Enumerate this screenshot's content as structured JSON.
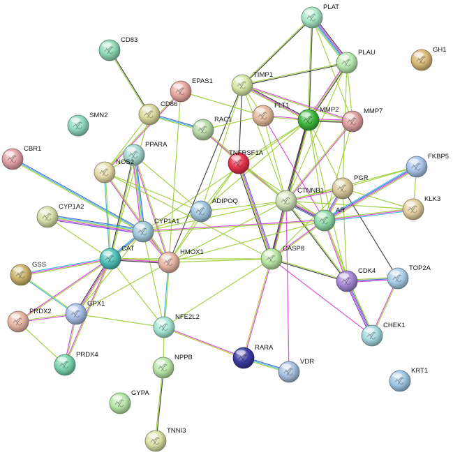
{
  "nodes": [
    {
      "id": "PLAT",
      "label": "PLAT",
      "color": "#a8e6c5"
    },
    {
      "id": "PLAU",
      "label": "PLAU",
      "color": "#b9e8b0"
    },
    {
      "id": "GH1",
      "label": "GH1",
      "color": "#d9b977"
    },
    {
      "id": "CD83",
      "label": "CD83",
      "color": "#8fd9b6"
    },
    {
      "id": "TIMP1",
      "label": "TIMP1",
      "color": "#d4e6a5"
    },
    {
      "id": "EPAS1",
      "label": "EPAS1",
      "color": "#e6a8a2"
    },
    {
      "id": "MMP2",
      "label": "MMP2",
      "color": "#3fb63f"
    },
    {
      "id": "MMP7",
      "label": "MMP7",
      "color": "#dc9f9f"
    },
    {
      "id": "FLT1",
      "label": "FLT1",
      "color": "#e3b99a"
    },
    {
      "id": "CD86",
      "label": "CD86",
      "color": "#d7d89b"
    },
    {
      "id": "SMN2",
      "label": "SMN2",
      "color": "#8fd9c0"
    },
    {
      "id": "RAC1",
      "label": "RAC1",
      "color": "#b7d9a6"
    },
    {
      "id": "CBR1",
      "label": "CBR1",
      "color": "#e0a0a6"
    },
    {
      "id": "PPARA",
      "label": "PPARA",
      "color": "#a6d9cf"
    },
    {
      "id": "TNFRSF1A",
      "label": "TNFRSF1A",
      "color": "#e5334d"
    },
    {
      "id": "FKBP5",
      "label": "FKBP5",
      "color": "#a9c3ea"
    },
    {
      "id": "NOS2",
      "label": "NOS2",
      "color": "#e6dbaa"
    },
    {
      "id": "PGR",
      "label": "PGR",
      "color": "#d9c99a"
    },
    {
      "id": "CTNNB1",
      "label": "CTNNB1",
      "color": "#cde1b6"
    },
    {
      "id": "CYP1A2",
      "label": "CYP1A2",
      "color": "#d5dfa7"
    },
    {
      "id": "KLK3",
      "label": "KLK3",
      "color": "#e0cf9e"
    },
    {
      "id": "ADIPOQ",
      "label": "ADIPOQ",
      "color": "#9fc4df"
    },
    {
      "id": "AR",
      "label": "AR",
      "color": "#8fd9a8"
    },
    {
      "id": "CYP1A1",
      "label": "CYP1A1",
      "color": "#a3c9db"
    },
    {
      "id": "CAT",
      "label": "CAT",
      "color": "#4fc2b9"
    },
    {
      "id": "HMOX1",
      "label": "HMOX1",
      "color": "#e6b5a4"
    },
    {
      "id": "CASP8",
      "label": "CASP8",
      "color": "#b8e6a3"
    },
    {
      "id": "GSS",
      "label": "GSS",
      "color": "#c9b36a"
    },
    {
      "id": "CDK4",
      "label": "CDK4",
      "color": "#a488d6"
    },
    {
      "id": "TOP2A",
      "label": "TOP2A",
      "color": "#a9cdea"
    },
    {
      "id": "PRDX2",
      "label": "PRDX2",
      "color": "#e6b5a4"
    },
    {
      "id": "GPX1",
      "label": "GPX1",
      "color": "#a6bde6"
    },
    {
      "id": "NFE2L2",
      "label": "NFE2L2",
      "color": "#a6e6d4"
    },
    {
      "id": "CHEK1",
      "label": "CHEK1",
      "color": "#a6d9e0"
    },
    {
      "id": "PRDX4",
      "label": "PRDX4",
      "color": "#7ad6ac"
    },
    {
      "id": "RARA",
      "label": "RARA",
      "color": "#3a3aa3"
    },
    {
      "id": "NPPB",
      "label": "NPPB",
      "color": "#b9e6a8"
    },
    {
      "id": "VDR",
      "label": "VDR",
      "color": "#a6bedf"
    },
    {
      "id": "KRT1",
      "label": "KRT1",
      "color": "#9fc6e3"
    },
    {
      "id": "GYPA",
      "label": "GYPA",
      "color": "#b8e6a8"
    },
    {
      "id": "TNNI3",
      "label": "TNNI3",
      "color": "#d9dfa6"
    }
  ],
  "edge_colors": {
    "green": "#9acd32",
    "black": "#333333",
    "magenta": "#d63bd6",
    "blue": "#3b5bd6",
    "cyan": "#30b3d6",
    "olive": "#b5c72a",
    "purple": "#6a3bd6"
  },
  "edges": [
    [
      "PLAT",
      "PLAU",
      [
        "black",
        "magenta",
        "blue",
        "cyan",
        "green"
      ]
    ],
    [
      "PLAT",
      "TIMP1",
      [
        "black",
        "green"
      ]
    ],
    [
      "PLAT",
      "MMP2",
      [
        "black",
        "green"
      ]
    ],
    [
      "PLAT",
      "MMP7",
      [
        "green"
      ]
    ],
    [
      "PLAU",
      "TIMP1",
      [
        "black",
        "green"
      ]
    ],
    [
      "PLAU",
      "MMP2",
      [
        "black",
        "green",
        "magenta"
      ]
    ],
    [
      "PLAU",
      "MMP7",
      [
        "green"
      ]
    ],
    [
      "PLAU",
      "CTNNB1",
      [
        "green"
      ]
    ],
    [
      "PLAU",
      "PGR",
      [
        "green"
      ]
    ],
    [
      "TIMP1",
      "MMP2",
      [
        "black",
        "magenta",
        "green"
      ]
    ],
    [
      "TIMP1",
      "MMP7",
      [
        "magenta",
        "green"
      ]
    ],
    [
      "TIMP1",
      "TNFRSF1A",
      [
        "black"
      ]
    ],
    [
      "TIMP1",
      "FLT1",
      [
        "green"
      ]
    ],
    [
      "TIMP1",
      "CTNNB1",
      [
        "green"
      ]
    ],
    [
      "TIMP1",
      "HMOX1",
      [
        "black"
      ]
    ],
    [
      "TIMP1",
      "ADIPOQ",
      [
        "green"
      ]
    ],
    [
      "MMP2",
      "MMP7",
      [
        "magenta",
        "green",
        "black"
      ]
    ],
    [
      "MMP2",
      "FLT1",
      [
        "green",
        "magenta"
      ]
    ],
    [
      "MMP2",
      "TNFRSF1A",
      [
        "green"
      ]
    ],
    [
      "MMP2",
      "CTNNB1",
      [
        "green",
        "magenta",
        "black"
      ]
    ],
    [
      "MMP2",
      "CASP8",
      [
        "green",
        "black"
      ]
    ],
    [
      "MMP2",
      "AR",
      [
        "green"
      ]
    ],
    [
      "MMP2",
      "PGR",
      [
        "green"
      ]
    ],
    [
      "MMP2",
      "CDK4",
      [
        "green"
      ]
    ],
    [
      "MMP2",
      "ADIPOQ",
      [
        "green"
      ]
    ],
    [
      "MMP2",
      "CYP1A1",
      [
        "green"
      ]
    ],
    [
      "MMP7",
      "CTNNB1",
      [
        "magenta",
        "green"
      ]
    ],
    [
      "MMP7",
      "AR",
      [
        "green"
      ]
    ],
    [
      "FLT1",
      "RAC1",
      [
        "green"
      ]
    ],
    [
      "FLT1",
      "CTNNB1",
      [
        "green"
      ]
    ],
    [
      "FLT1",
      "AR",
      [
        "magenta"
      ]
    ],
    [
      "EPAS1",
      "NOS2",
      [
        "magenta",
        "green"
      ]
    ],
    [
      "EPAS1",
      "FLT1",
      [
        "green"
      ]
    ],
    [
      "EPAS1",
      "HMOX1",
      [
        "green"
      ]
    ],
    [
      "CD83",
      "CD86",
      [
        "black",
        "green"
      ]
    ],
    [
      "CD86",
      "RAC1",
      [
        "blue",
        "cyan",
        "green"
      ]
    ],
    [
      "CD86",
      "NOS2",
      [
        "green"
      ]
    ],
    [
      "CD86",
      "CAT",
      [
        "green"
      ]
    ],
    [
      "RAC1",
      "TNFRSF1A",
      [
        "green"
      ]
    ],
    [
      "RAC1",
      "CTNNB1",
      [
        "green",
        "magenta"
      ]
    ],
    [
      "TNFRSF1A",
      "CASP8",
      [
        "blue",
        "magenta",
        "green",
        "black"
      ]
    ],
    [
      "TNFRSF1A",
      "CTNNB1",
      [
        "green"
      ]
    ],
    [
      "TNFRSF1A",
      "AR",
      [
        "green"
      ]
    ],
    [
      "TNFRSF1A",
      "HMOX1",
      [
        "green"
      ]
    ],
    [
      "TNFRSF1A",
      "ADIPOQ",
      [
        "green"
      ]
    ],
    [
      "CBR1",
      "CYP1A1",
      [
        "blue",
        "cyan",
        "green"
      ]
    ],
    [
      "PPARA",
      "NOS2",
      [
        "green"
      ]
    ],
    [
      "PPARA",
      "CYP1A1",
      [
        "blue",
        "cyan",
        "green",
        "magenta"
      ]
    ],
    [
      "PPARA",
      "CAT",
      [
        "green",
        "black"
      ]
    ],
    [
      "PPARA",
      "HMOX1",
      [
        "green",
        "magenta"
      ]
    ],
    [
      "PPARA",
      "ADIPOQ",
      [
        "green"
      ]
    ],
    [
      "NOS2",
      "CAT",
      [
        "green",
        "cyan"
      ]
    ],
    [
      "NOS2",
      "HMOX1",
      [
        "green",
        "magenta"
      ]
    ],
    [
      "NOS2",
      "ADIPOQ",
      [
        "green"
      ]
    ],
    [
      "NOS2",
      "CASP8",
      [
        "green"
      ]
    ],
    [
      "CTNNB1",
      "PGR",
      [
        "green",
        "magenta"
      ]
    ],
    [
      "CTNNB1",
      "AR",
      [
        "green",
        "magenta",
        "black",
        "blue"
      ]
    ],
    [
      "CTNNB1",
      "CASP8",
      [
        "green",
        "magenta",
        "black"
      ]
    ],
    [
      "CTNNB1",
      "CDK4",
      [
        "green",
        "black"
      ]
    ],
    [
      "CTNNB1",
      "CYP1A1",
      [
        "green"
      ]
    ],
    [
      "CTNNB1",
      "HMOX1",
      [
        "green"
      ]
    ],
    [
      "CTNNB1",
      "ADIPOQ",
      [
        "green"
      ]
    ],
    [
      "CTNNB1",
      "KLK3",
      [
        "green"
      ]
    ],
    [
      "CTNNB1",
      "FKBP5",
      [
        "green"
      ]
    ],
    [
      "PGR",
      "AR",
      [
        "green",
        "magenta",
        "blue"
      ]
    ],
    [
      "PGR",
      "FKBP5",
      [
        "green"
      ]
    ],
    [
      "PGR",
      "KLK3",
      [
        "green"
      ]
    ],
    [
      "PGR",
      "CDK4",
      [
        "green"
      ]
    ],
    [
      "PGR",
      "TOP2A",
      [
        "black"
      ]
    ],
    [
      "PGR",
      "CASP8",
      [
        "green"
      ]
    ],
    [
      "FKBP5",
      "AR",
      [
        "green",
        "magenta",
        "blue",
        "cyan"
      ]
    ],
    [
      "FKBP5",
      "KLK3",
      [
        "green"
      ]
    ],
    [
      "AR",
      "KLK3",
      [
        "green",
        "magenta",
        "cyan"
      ]
    ],
    [
      "AR",
      "CASP8",
      [
        "green",
        "magenta"
      ]
    ],
    [
      "AR",
      "CDK4",
      [
        "green",
        "magenta"
      ]
    ],
    [
      "AR",
      "CYP1A1",
      [
        "green",
        "magenta"
      ]
    ],
    [
      "AR",
      "CHEK1",
      [
        "green"
      ]
    ],
    [
      "AR",
      "HMOX1",
      [
        "green"
      ]
    ],
    [
      "CYP1A2",
      "CYP1A1",
      [
        "blue",
        "cyan",
        "green",
        "magenta",
        "purple"
      ]
    ],
    [
      "CYP1A2",
      "CAT",
      [
        "green"
      ]
    ],
    [
      "CYP1A1",
      "CAT",
      [
        "green",
        "blue",
        "cyan"
      ]
    ],
    [
      "CYP1A1",
      "HMOX1",
      [
        "green",
        "magenta"
      ]
    ],
    [
      "CYP1A1",
      "ADIPOQ",
      [
        "green"
      ]
    ],
    [
      "CYP1A1",
      "GPX1",
      [
        "green"
      ]
    ],
    [
      "CYP1A1",
      "NFE2L2",
      [
        "green"
      ]
    ],
    [
      "CAT",
      "HMOX1",
      [
        "green",
        "magenta",
        "black"
      ]
    ],
    [
      "CAT",
      "GSS",
      [
        "green",
        "magenta",
        "cyan"
      ]
    ],
    [
      "CAT",
      "GPX1",
      [
        "green",
        "magenta",
        "black"
      ]
    ],
    [
      "CAT",
      "PRDX2",
      [
        "green",
        "magenta"
      ]
    ],
    [
      "CAT",
      "PRDX4",
      [
        "green",
        "magenta"
      ]
    ],
    [
      "CAT",
      "NFE2L2",
      [
        "green"
      ]
    ],
    [
      "CAT",
      "CASP8",
      [
        "green"
      ]
    ],
    [
      "HMOX1",
      "NFE2L2",
      [
        "green",
        "cyan"
      ]
    ],
    [
      "HMOX1",
      "GPX1",
      [
        "green"
      ]
    ],
    [
      "HMOX1",
      "CASP8",
      [
        "green"
      ]
    ],
    [
      "ADIPOQ",
      "HMOX1",
      [
        "green"
      ]
    ],
    [
      "CASP8",
      "CDK4",
      [
        "green",
        "black"
      ]
    ],
    [
      "CASP8",
      "RARA",
      [
        "magenta",
        "olive"
      ]
    ],
    [
      "CASP8",
      "CHEK1",
      [
        "magenta"
      ]
    ],
    [
      "CASP8",
      "NFE2L2",
      [
        "green"
      ]
    ],
    [
      "CDK4",
      "TOP2A",
      [
        "green",
        "blue",
        "magenta"
      ]
    ],
    [
      "CDK4",
      "CHEK1",
      [
        "green",
        "blue",
        "magenta",
        "purple"
      ]
    ],
    [
      "TOP2A",
      "CHEK1",
      [
        "green",
        "magenta"
      ]
    ],
    [
      "GSS",
      "GPX1",
      [
        "green",
        "cyan"
      ]
    ],
    [
      "PRDX2",
      "GPX1",
      [
        "green",
        "magenta"
      ]
    ],
    [
      "GPX1",
      "PRDX4",
      [
        "green",
        "magenta"
      ]
    ],
    [
      "GPX1",
      "NFE2L2",
      [
        "green"
      ]
    ],
    [
      "PRDX4",
      "PRDX2",
      [
        "green"
      ]
    ],
    [
      "NFE2L2",
      "NPPB",
      [
        "green"
      ]
    ],
    [
      "NFE2L2",
      "RARA",
      [
        "magenta",
        "olive"
      ]
    ],
    [
      "RARA",
      "VDR",
      [
        "blue",
        "cyan",
        "green"
      ]
    ],
    [
      "CTNNB1",
      "VDR",
      [
        "magenta"
      ]
    ],
    [
      "NPPB",
      "TNNI3",
      [
        "black",
        "green"
      ]
    ]
  ]
}
